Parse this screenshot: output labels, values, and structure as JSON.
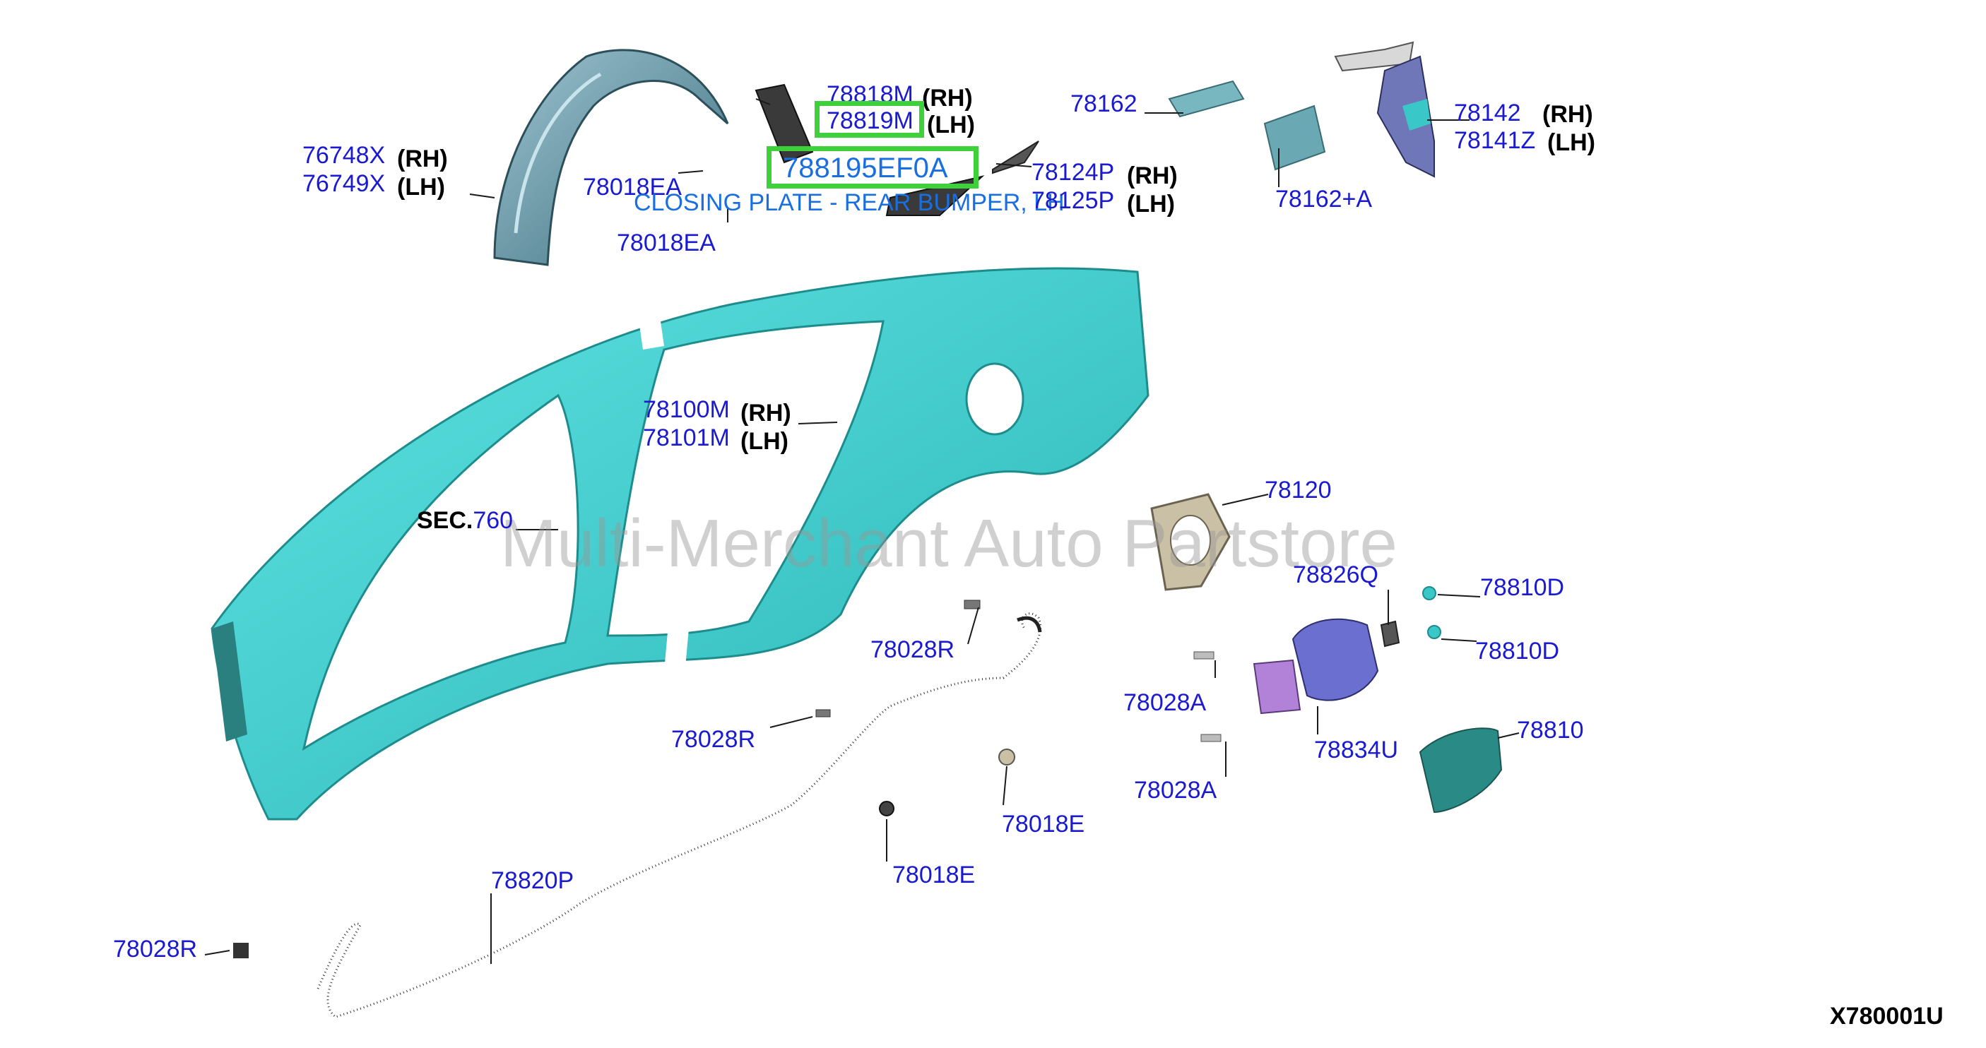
{
  "watermark": "Multi-Merchant Auto Partstore",
  "diagram_code": "X780001U",
  "highlight": {
    "tooltip": "CLOSING PLATE - REAR BUMPER, LH",
    "part_big": "788195EF0A"
  },
  "section_ref": {
    "prefix": "SEC.",
    "number": "760"
  },
  "side_labels": {
    "rh": "(RH)",
    "lh": "(LH)"
  },
  "parts": {
    "p76748X": "76748X",
    "p76749X": "76749X",
    "p78818M": "78818M",
    "p78819M": "78819M",
    "p78018EA_a": "78018EA",
    "p78018EA_b": "78018EA",
    "p78124P": "78124P",
    "p78125P": "78125P",
    "p78162": "78162",
    "p78162A": "78162+A",
    "p78142": "78142",
    "p78141Z": "78141Z",
    "p78100M": "78100M",
    "p78101M": "78101M",
    "p78120": "78120",
    "p78826Q": "78826Q",
    "p78810D_a": "78810D",
    "p78810D_b": "78810D",
    "p78028R_a": "78028R",
    "p78028R_b": "78028R",
    "p78028R_c": "78028R",
    "p78028A_a": "78028A",
    "p78028A_b": "78028A",
    "p78834U": "78834U",
    "p78810": "78810",
    "p78018E_a": "78018E",
    "p78018E_b": "78018E",
    "p78820P": "78820P"
  },
  "colors": {
    "panel": "#3fd2d2",
    "panel_dark": "#1e8c8c",
    "label_blue": "#1a1ad0",
    "highlight_green": "#3fd13c",
    "tooltip_blue": "#1a6fe0"
  }
}
